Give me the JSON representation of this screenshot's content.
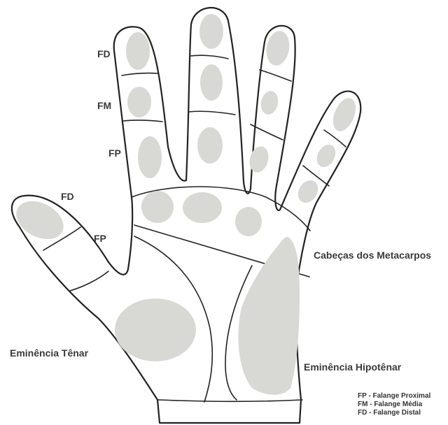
{
  "colors": {
    "outline": "#222222",
    "pad_fill": "#d8d8d5",
    "label_text": "#3a3a3a",
    "background": "#ffffff"
  },
  "labels": {
    "index_distal": "FD",
    "index_middle": "FM",
    "index_proximal": "FP",
    "thumb_distal": "FD",
    "thumb_proximal": "FP",
    "metacarpal_heads": "Cabeças dos Metacarpos",
    "thenar_eminence": "Eminência Tênar",
    "hypothenar_eminence": "Eminência Hipotênar"
  },
  "legend": [
    "FP - Falange Proximal",
    "FM - Falange Média",
    "FD - Falange Distal"
  ]
}
